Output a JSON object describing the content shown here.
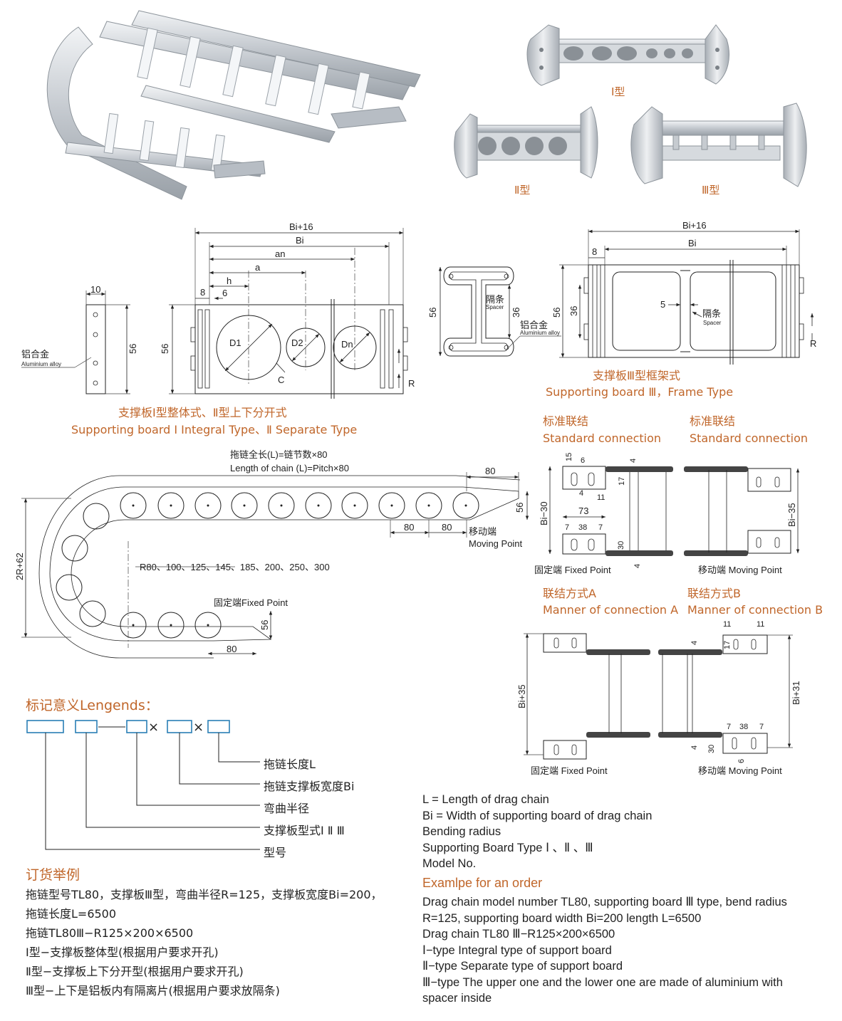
{
  "photos": {
    "type1": "Ⅰ型",
    "type2": "Ⅱ型",
    "type3": "Ⅲ型"
  },
  "board12": {
    "dims": {
      "bi16": "Bi+16",
      "bi": "Bi",
      "an": "an",
      "a": "a",
      "h": "h",
      "d8": "8",
      "d6": "6",
      "d10": "10",
      "h56a": "56",
      "h56b": "56",
      "c": "C",
      "r": "R",
      "d1": "D1",
      "d2": "D2",
      "dn": "Dn"
    },
    "alloy_cn": "铝合金",
    "alloy_en": "Aluminium alloy",
    "caption_cn": "支撑板Ⅰ型整体式、Ⅱ型上下分开式",
    "caption_en": "Supporting board Ⅰ Integral Type、Ⅱ Separate Type"
  },
  "board3": {
    "dims": {
      "bi16": "Bi+16",
      "bi": "Bi",
      "d8": "8",
      "d5": "5",
      "h56": "56",
      "h36a": "36",
      "h36b": "36",
      "r": "R"
    },
    "spacer_cn": "隔条",
    "spacer_en": "Spacer",
    "alloy_cn": "铝合金",
    "alloy_en": "Aluminium alloy",
    "caption_cn": "支撑板Ⅲ型框架式",
    "caption_en": "Supporting board Ⅲ，Frame Type"
  },
  "chain": {
    "length_cn": "拖链全长(L)=链节数×80",
    "length_en": "Length of chain (L)=Pitch×80",
    "p80a": "80",
    "p80b": "80",
    "p80c": "80",
    "p80d": "80",
    "h56a": "56",
    "h56b": "56",
    "height": "2R+62",
    "radii": "R80、100、125、145、185、200、250、300",
    "moving_cn": "移动端",
    "moving_en": "Moving Point",
    "fixed": "固定端Fixed Point"
  },
  "standard": {
    "title_cn": "标准联结",
    "title_en": "Standard connection",
    "dims": {
      "d15": "15",
      "d6": "6",
      "d4a": "4",
      "d17": "17",
      "d4b": "4",
      "d11": "11",
      "bi30": "Bi−30",
      "d73": "73",
      "d7a": "7",
      "d38": "38",
      "d7b": "7",
      "d30": "30",
      "d4c": "4",
      "bi35": "Bi−35"
    },
    "fixed": "固定端 Fixed Point",
    "moving": "移动端 Moving Point"
  },
  "connA": {
    "title_cn": "联结方式A",
    "title_en": "Manner of connection A",
    "bi35": "Bi+35",
    "fixed": "固定端 Fixed Point"
  },
  "connB": {
    "title_cn": "联结方式B",
    "title_en": "Manner of connection B",
    "dims": {
      "d11a": "11",
      "d11b": "11",
      "d17": "17",
      "d4a": "4",
      "bi31": "Bi+31",
      "d7a": "7",
      "d38": "38",
      "d7b": "7",
      "d4b": "4",
      "d30": "30",
      "d6": "6"
    },
    "moving": "移动端 Moving Point"
  },
  "legend": {
    "title": "标记意义Lengends：",
    "items": [
      "拖链长度L",
      "拖链支撑板宽度Bi",
      "弯曲半径",
      "支撑板型式Ⅰ Ⅱ Ⅲ",
      "型号"
    ],
    "en": [
      "L = Length of drag chain",
      "Bi = Width of supporting board of drag chain",
      "Bending radius",
      "Supporting Board Type Ⅰ 、Ⅱ 、Ⅲ",
      "Model No."
    ]
  },
  "order_cn": {
    "title": "订货举例",
    "lines": [
      "拖链型号TL80，支撑板Ⅲ型，弯曲半径R=125，支撑板宽度Bi=200，",
      "拖链长度L=6500",
      "拖链TL80Ⅲ−R125×200×6500",
      "Ⅰ型−支撑板整体型(根据用户要求开孔)",
      "Ⅱ型−支撑板上下分开型(根据用户要求开孔)",
      "Ⅲ型−上下是铝板内有隔离片(根据用户要求放隔条)"
    ]
  },
  "order_en": {
    "title": "Examlpe for an order",
    "lines": [
      "Drag chain model number TL80, supporting board Ⅲ type, bend radius",
      "R=125, supporting board width Bi=200 length L=6500",
      "Drag chain TL80 Ⅲ−R125×200×6500",
      "Ⅰ−type Integral type of support board",
      "Ⅱ−type Separate type of support board",
      "Ⅲ−type The upper one and the lower one are made of aluminium with",
      "spacer inside"
    ]
  },
  "colors": {
    "accent": "#c0662a",
    "line": "#222222",
    "metal": "#c8cdd3"
  }
}
